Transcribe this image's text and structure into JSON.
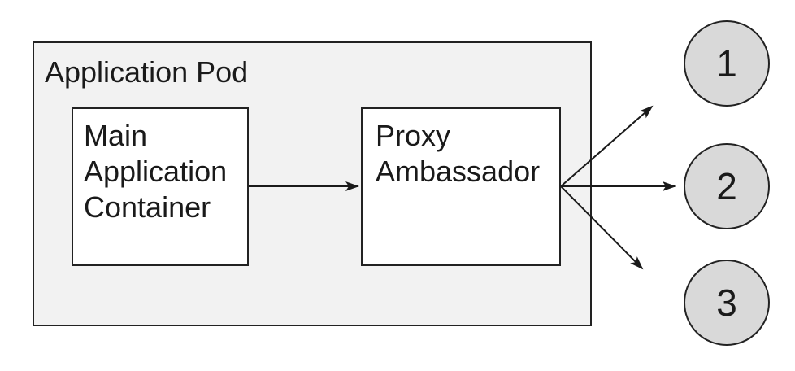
{
  "diagram": {
    "pod": {
      "label": "Application Pod"
    },
    "nodes": [
      {
        "id": "main-application-container",
        "label": "Main Application Container"
      },
      {
        "id": "proxy-ambassador",
        "label": "Proxy Ambassador"
      }
    ],
    "endpoints": [
      {
        "label": "1"
      },
      {
        "label": "2"
      },
      {
        "label": "3"
      }
    ],
    "colors": {
      "pod_fill": "#f2f2f2",
      "node_fill": "#ffffff",
      "circle_fill": "#d9d9d9",
      "border_color": "#222222",
      "arrow_color": "#1a1a1a",
      "text_color": "#1a1a1a"
    }
  }
}
